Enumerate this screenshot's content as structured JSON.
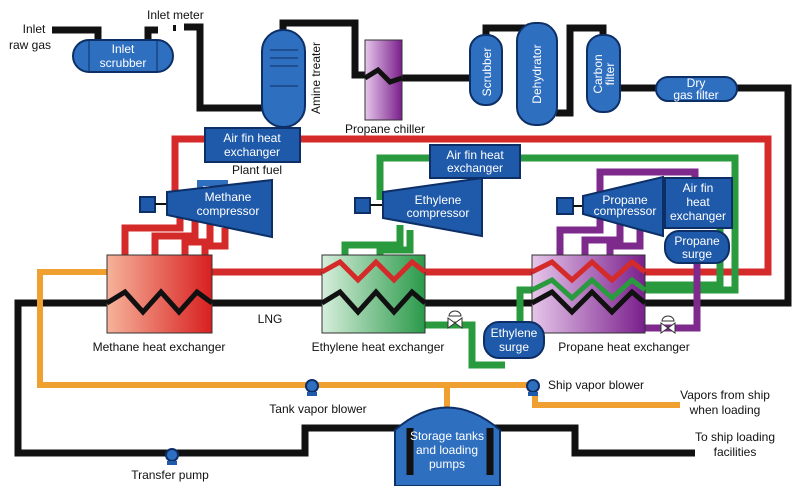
{
  "labels": {
    "inlet_raw_gas": [
      "Inlet",
      "raw gas"
    ],
    "inlet_meter": "Inlet meter",
    "inlet_scrubber": [
      "Inlet",
      "scrubber"
    ],
    "amine_treater": "Amine treater",
    "propane_chiller": "Propane chiller",
    "scrubber": "Scrubber",
    "dehydrator": "Dehydrator",
    "carbon_filter": [
      "Carbon",
      "filter"
    ],
    "dry_gas_filter": [
      "Dry",
      "gas filter"
    ],
    "air_fin_methane": [
      "Air fin heat",
      "exchanger"
    ],
    "air_fin_ethylene": [
      "Air fin heat",
      "exchanger"
    ],
    "air_fin_propane": [
      "Air fin",
      "heat",
      "exchanger"
    ],
    "plant_fuel": "Plant fuel",
    "methane_compressor": [
      "Methane",
      "compressor"
    ],
    "ethylene_compressor": [
      "Ethylene",
      "compressor"
    ],
    "propane_compressor": [
      "Propane",
      "compressor"
    ],
    "propane_surge": [
      "Propane",
      "surge"
    ],
    "ethylene_surge": [
      "Ethylene",
      "surge"
    ],
    "methane_hx": "Methane heat exchanger",
    "ethylene_hx": "Ethylene heat exchanger",
    "propane_hx": "Propane heat exchanger",
    "lng": "LNG",
    "tank_vapor_blower": "Tank vapor blower",
    "ship_vapor_blower": "Ship vapor blower",
    "vapors_from_ship": [
      "Vapors from ship",
      "when loading"
    ],
    "storage_tanks": [
      "Storage tanks",
      "and loading",
      "pumps"
    ],
    "to_ship": [
      "To ship loading",
      "facilities"
    ],
    "transfer_pump": "Transfer pump"
  },
  "colors": {
    "gas_line": "#111111",
    "methane_loop": "#d42a2a",
    "ethylene_loop": "#2a9a3e",
    "propane_loop": "#7d2a8c",
    "vapor_line": "#f0a030",
    "equipment": "#2f6fc0"
  }
}
